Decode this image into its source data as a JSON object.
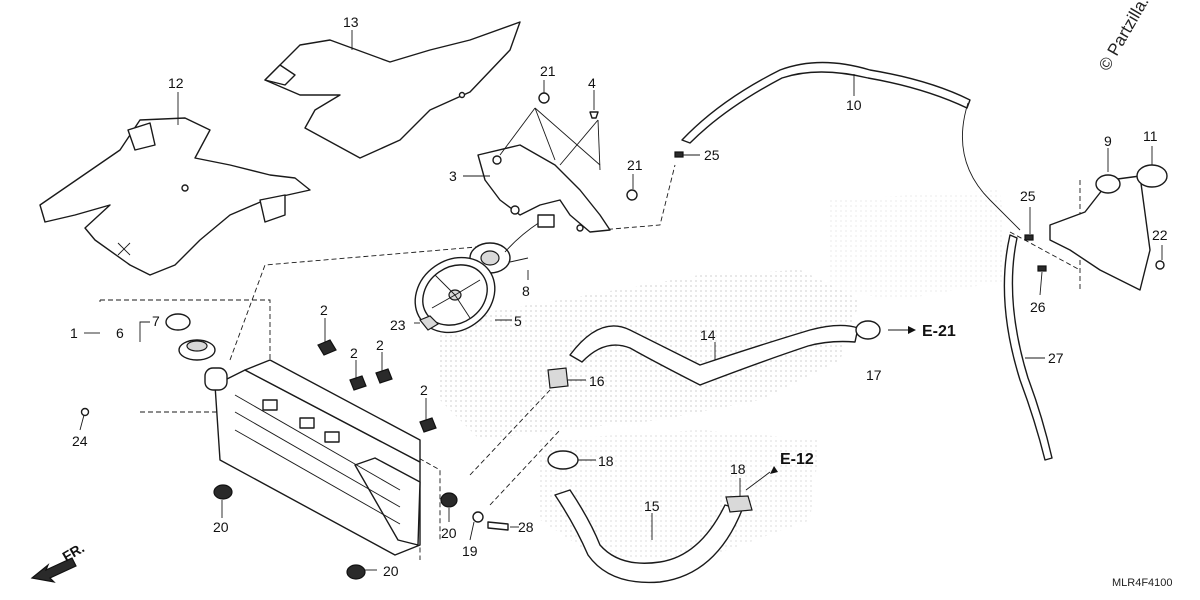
{
  "diagram_code": "MLR4F4100",
  "watermark": "© Partzilla.com",
  "front_arrow_label": "FR.",
  "references": {
    "e21": "E-21",
    "e12": "E-12"
  },
  "callouts": {
    "c1": "1",
    "c2a": "2",
    "c2b": "2",
    "c2c": "2",
    "c2d": "2",
    "c3": "3",
    "c4": "4",
    "c5": "5",
    "c6": "6",
    "c7": "7",
    "c8": "8",
    "c9": "9",
    "c10": "10",
    "c11": "11",
    "c12": "12",
    "c13": "13",
    "c14": "14",
    "c15": "15",
    "c16": "16",
    "c17": "17",
    "c18a": "18",
    "c18b": "18",
    "c19": "19",
    "c20a": "20",
    "c20b": "20",
    "c20c": "20",
    "c21a": "21",
    "c21b": "21",
    "c22": "22",
    "c23": "23",
    "c24": "24",
    "c25a": "25",
    "c25b": "25",
    "c26": "26",
    "c27": "27",
    "c28": "28"
  }
}
